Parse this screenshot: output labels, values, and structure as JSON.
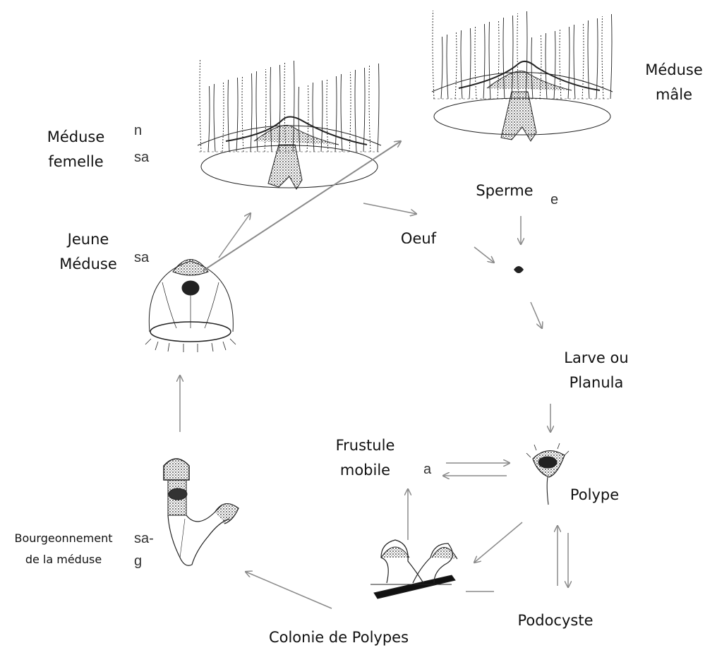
{
  "labels": {
    "meduse_male": [
      "Méduse",
      "mâle"
    ],
    "meduse_femelle": [
      "Méduse",
      "femelle"
    ],
    "sperme": "Sperme",
    "oeuf": "Oeuf",
    "jeune_meduse": [
      "Jeune",
      "Méduse"
    ],
    "larve": [
      "Larve ou",
      "Planula"
    ],
    "frustule": [
      "Frustule",
      "mobile"
    ],
    "polype": "Polype",
    "bourgeonnement": [
      "Bourgeonnement",
      "de la méduse"
    ],
    "podocyste": "Podocyste",
    "colonie": "Colonie de Polypes"
  },
  "fragments": {
    "femelle_n": "n",
    "femelle_sa": "sa",
    "jeune_sa": "sa",
    "sperme_e": "e",
    "frustule_a": "a",
    "bourg_sa": "sa-",
    "bourg_g": "g"
  },
  "colors": {
    "arrow": "#8a8a8a",
    "line_art": "#222222",
    "text": "#111111"
  }
}
